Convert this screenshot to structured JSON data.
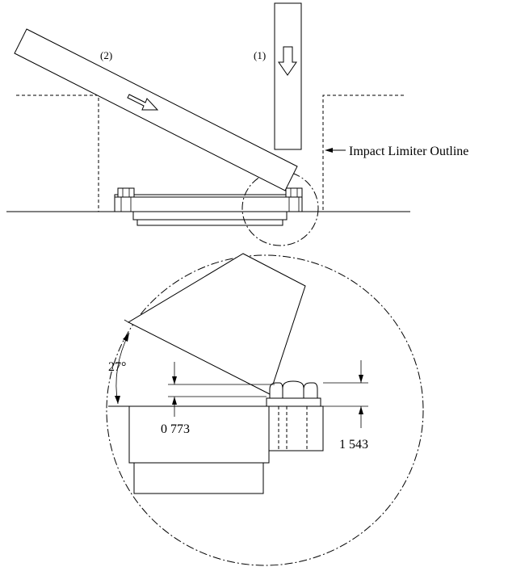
{
  "labels": {
    "case1": "(1)",
    "case2": "(2)",
    "impact_limiter": "Impact Limiter Outline",
    "angle": "27°",
    "dim_small": "0 773",
    "dim_large": "1 543"
  },
  "icons": {
    "arrow_down": "hollow-down-arrow-icon",
    "arrow_diag": "hollow-diagonal-arrow-icon",
    "bolt": "hex-bolt-icon"
  }
}
